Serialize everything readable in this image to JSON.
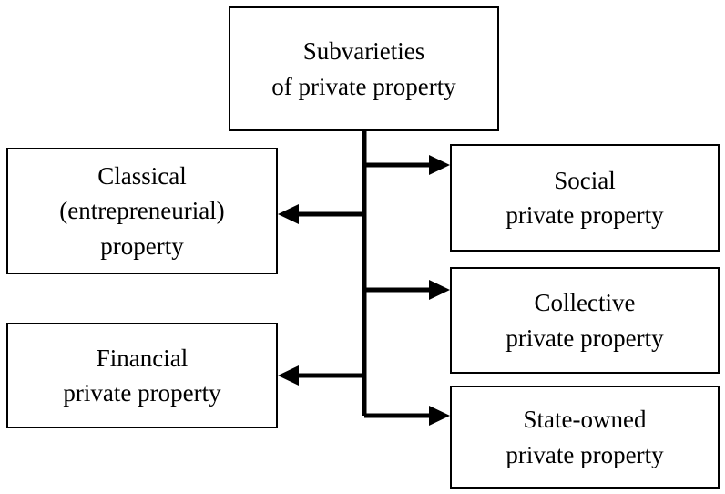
{
  "nodes": {
    "root": {
      "label": "Subvarieties\nof private property"
    },
    "classical": {
      "label": "Classical\n(entrepreneurial)\nproperty"
    },
    "financial": {
      "label": "Financial\nprivate property"
    },
    "social": {
      "label": "Social\nprivate property"
    },
    "collective": {
      "label": "Collective\nprivate property"
    },
    "state_owned": {
      "label": "State-owned\nprivate property"
    }
  },
  "colors": {
    "border": "#000000",
    "connector": "#000000",
    "background": "#ffffff",
    "text": "#000000"
  }
}
